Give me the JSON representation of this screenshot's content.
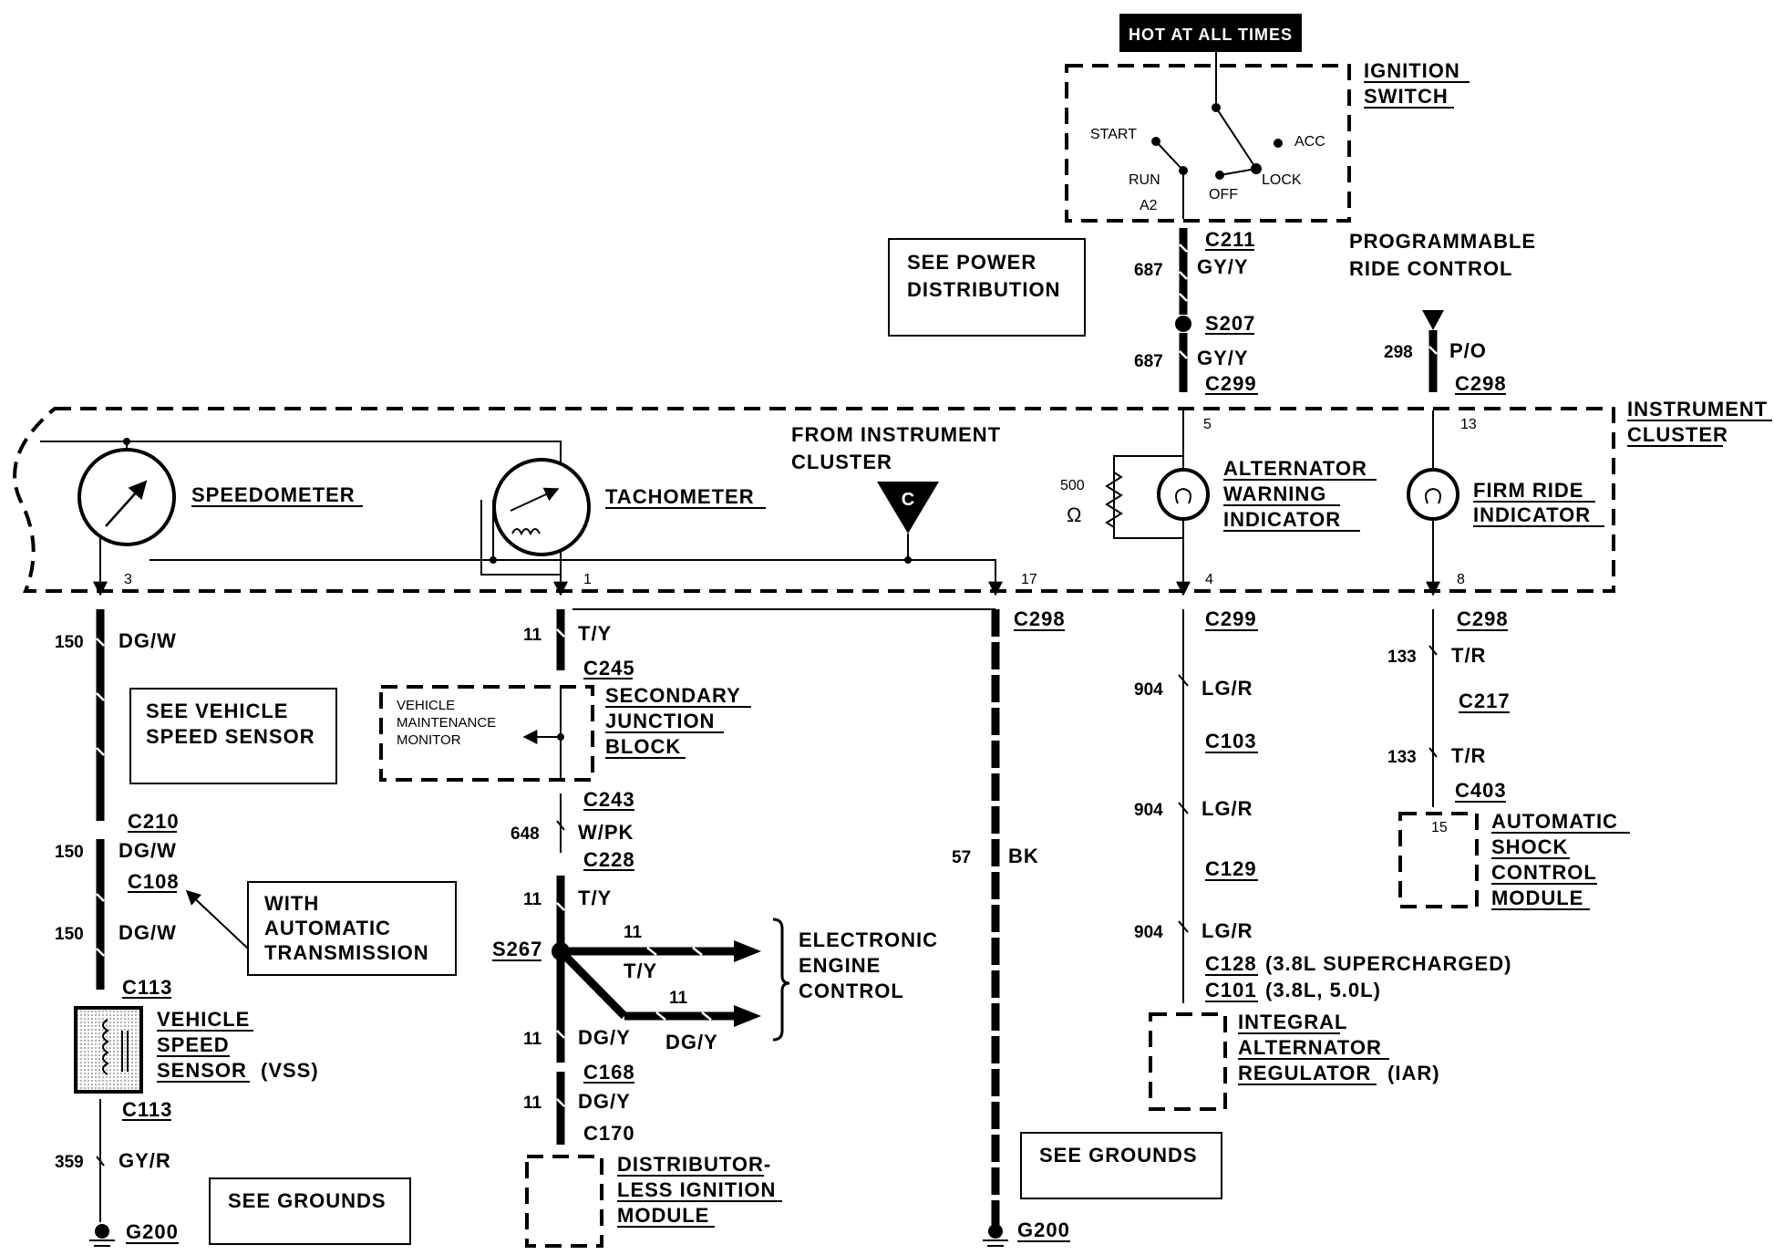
{
  "hot_at_all_times": "HOT AT ALL TIMES",
  "ignition": {
    "title_1": "IGNITION",
    "title_2": "SWITCH",
    "start": "START",
    "acc": "ACC",
    "run": "RUN",
    "lock": "LOCK",
    "off": "OFF",
    "a2": "A2"
  },
  "notes": {
    "power_1": "SEE POWER",
    "power_2": "DISTRIBUTION",
    "vss_1": "SEE VEHICLE",
    "vss_2": "SPEED SENSOR",
    "auto_1": "WITH",
    "auto_2": "AUTOMATIC",
    "auto_3": "TRANSMISSION",
    "grounds_left": "SEE GROUNDS",
    "grounds_mid": "SEE GROUNDS"
  },
  "prc_1": "PROGRAMMABLE",
  "prc_2": "RIDE CONTROL",
  "cluster": {
    "title_1": "INSTRUMENT",
    "title_2": "CLUSTER",
    "from_1": "FROM INSTRUMENT",
    "from_2": "CLUSTER",
    "from_letter": "C",
    "speedometer": "SPEEDOMETER",
    "tachometer": "TACHOMETER",
    "alt_1": "ALTERNATOR",
    "alt_2": "WARNING",
    "alt_3": "INDICATOR",
    "firm_1": "FIRM RIDE",
    "firm_2": "INDICATOR",
    "resistor_val": "500",
    "ohm": "Ω",
    "pin_3": "3",
    "pin_1": "1",
    "pin_17": "17",
    "pin_4": "4",
    "pin_8": "8",
    "pin_5": "5",
    "pin_13": "13"
  },
  "wires": {
    "w687_num": "687",
    "w687_col": "GY/Y",
    "w298_num": "298",
    "w298_col": "P/O",
    "w150_num": "150",
    "w150_col": "DG/W",
    "w11_num": "11",
    "w11_col": "T/Y",
    "w648_num": "648",
    "w648_col": "W/PK",
    "w11_dg_col": "DG/Y",
    "w57_num": "57",
    "w57_col": "BK",
    "w904_num": "904",
    "w904_col": "LG/R",
    "w133_num": "133",
    "w133_col": "T/R",
    "w359_num": "359",
    "w359_col": "GY/R"
  },
  "connectors": {
    "c211": "C211",
    "s207": "S207",
    "c299": "C299",
    "c298": "C298",
    "c245": "C245",
    "c243": "C243",
    "c228": "C228",
    "s267": "S267",
    "c168": "C168",
    "c170": "C170",
    "c210": "C210",
    "c108": "C108",
    "c113": "C113",
    "c103": "C103",
    "c129": "C129",
    "c128": "C128",
    "c128_note": "(3.8L SUPERCHARGED)",
    "c101": "C101",
    "c101_note": "(3.8L, 5.0L)",
    "c217": "C217",
    "c403": "C403",
    "g200": "G200",
    "pin_15": "15"
  },
  "components": {
    "sjb_1": "SECONDARY",
    "sjb_2": "JUNCTION",
    "sjb_3": "BLOCK",
    "vmm_1": "VEHICLE",
    "vmm_2": "MAINTENANCE",
    "vmm_3": "MONITOR",
    "eec_1": "ELECTRONIC",
    "eec_2": "ENGINE",
    "eec_3": "CONTROL",
    "vss_1": "VEHICLE",
    "vss_2": "SPEED",
    "vss_3": "SENSOR",
    "vss_abbr": "(VSS)",
    "dis_1": "DISTRIBUTOR-",
    "dis_2": "LESS IGNITION",
    "dis_3": "MODULE",
    "iar_1": "INTEGRAL",
    "iar_2": "ALTERNATOR",
    "iar_3": "REGULATOR",
    "iar_abbr": "(IAR)",
    "asc_1": "AUTOMATIC",
    "asc_2": "SHOCK",
    "asc_3": "CONTROL",
    "asc_4": "MODULE"
  },
  "colors": {
    "ink": "#000000",
    "shade": "#d8d8d8",
    "paper": "#ffffff"
  }
}
